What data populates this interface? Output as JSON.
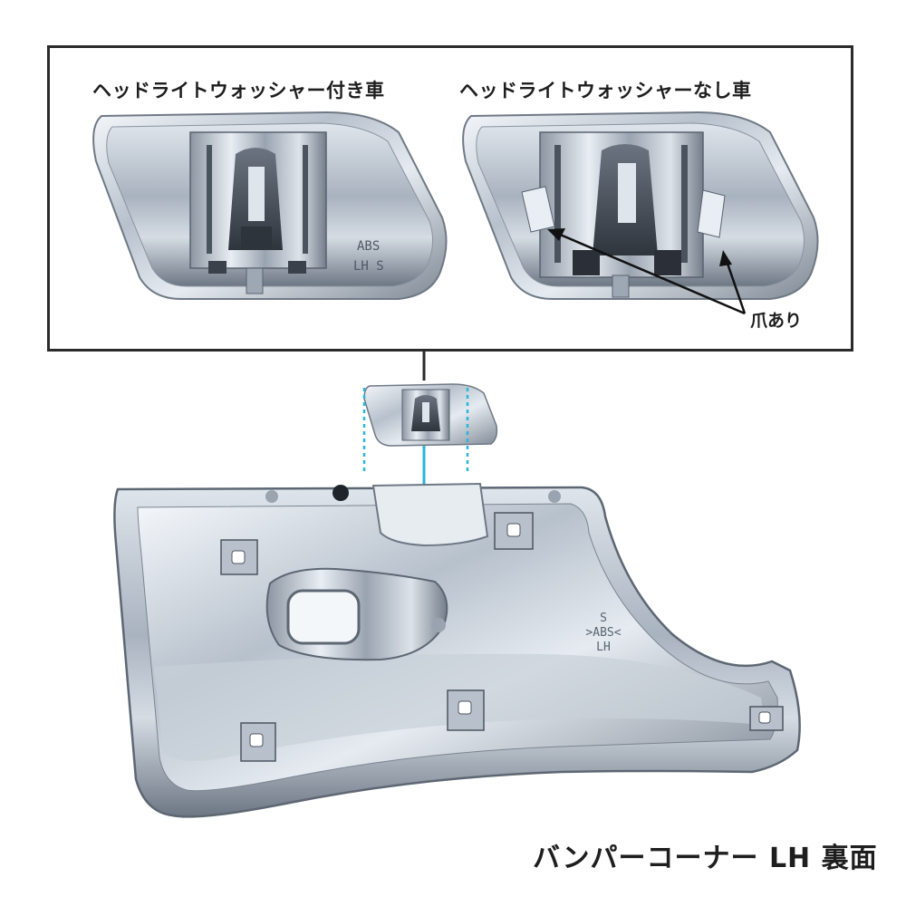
{
  "labels": {
    "with_washer": "ヘッドライトウォッシャー付き車",
    "without_washer": "ヘッドライトウォッシャーなし車",
    "claw": "爪あり",
    "caption": "バンパーコーナー LH 裏面"
  },
  "part_markings": {
    "left_cap_line1": "ABS",
    "left_cap_line2": "LH S",
    "bumper_line1": "S",
    "bumper_line2": ">ABS<",
    "bumper_line3": "LH"
  },
  "colors": {
    "frame": "#2b2b2b",
    "guide": "#29b6d8",
    "chrome_light": "#eef2f7",
    "chrome_mid": "#b9c3cf",
    "chrome_dark": "#5a6470"
  }
}
